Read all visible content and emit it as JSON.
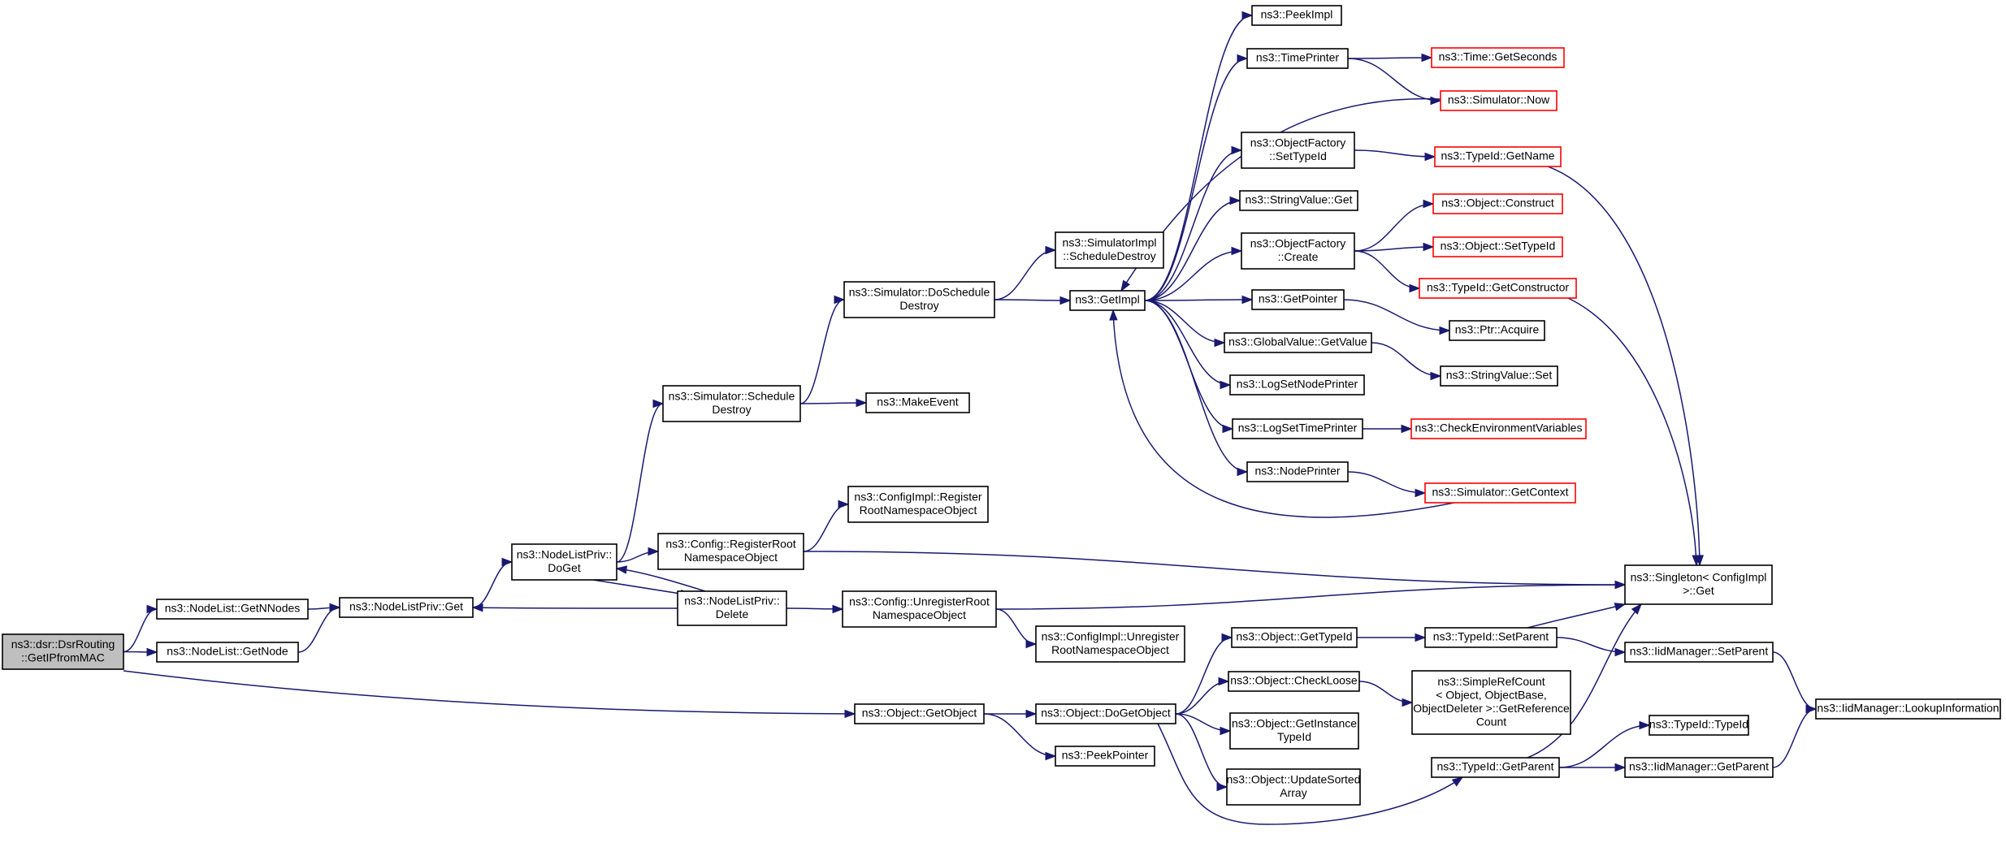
{
  "graph": {
    "edge_color": "#191970",
    "node_border": "#000000",
    "truncated_border": "#ff0000",
    "focus_fill": "#bfbfbf",
    "nodes": [
      {
        "id": "n0",
        "lines": [
          "ns3::dsr::DsrRouting",
          "::GetIPfromMAC"
        ],
        "style": "focus"
      },
      {
        "id": "n1",
        "lines": [
          "ns3::NodeList::GetNNodes"
        ],
        "style": "normal"
      },
      {
        "id": "n2",
        "lines": [
          "ns3::NodeList::GetNode"
        ],
        "style": "normal"
      },
      {
        "id": "n3",
        "lines": [
          "ns3::Object::GetObject"
        ],
        "style": "normal"
      },
      {
        "id": "n4",
        "lines": [
          "ns3::NodeListPriv::Get"
        ],
        "style": "normal"
      },
      {
        "id": "n5",
        "lines": [
          "ns3::NodeListPriv::",
          "DoGet"
        ],
        "style": "normal"
      },
      {
        "id": "n6",
        "lines": [
          "ns3::Simulator::Schedule",
          "Destroy"
        ],
        "style": "normal"
      },
      {
        "id": "n7",
        "lines": [
          "ns3::Config::RegisterRoot",
          "NamespaceObject"
        ],
        "style": "normal"
      },
      {
        "id": "n8",
        "lines": [
          "ns3::NodeListPriv::",
          "Delete"
        ],
        "style": "normal"
      },
      {
        "id": "n9",
        "lines": [
          "ns3::Simulator::DoSchedule",
          "Destroy"
        ],
        "style": "normal"
      },
      {
        "id": "n10",
        "lines": [
          "ns3::MakeEvent"
        ],
        "style": "normal"
      },
      {
        "id": "n11",
        "lines": [
          "ns3::ConfigImpl::Register",
          "RootNamespaceObject"
        ],
        "style": "normal"
      },
      {
        "id": "n12",
        "lines": [
          "ns3::Config::UnregisterRoot",
          "NamespaceObject"
        ],
        "style": "normal"
      },
      {
        "id": "n13",
        "lines": [
          "ns3::ConfigImpl::Unregister",
          "RootNamespaceObject"
        ],
        "style": "normal"
      },
      {
        "id": "n14",
        "lines": [
          "ns3::Object::DoGetObject"
        ],
        "style": "normal"
      },
      {
        "id": "n15",
        "lines": [
          "ns3::PeekPointer"
        ],
        "style": "normal"
      },
      {
        "id": "n16",
        "lines": [
          "ns3::SimulatorImpl",
          "::ScheduleDestroy"
        ],
        "style": "normal"
      },
      {
        "id": "n17",
        "lines": [
          "ns3::GetImpl"
        ],
        "style": "normal"
      },
      {
        "id": "n18",
        "lines": [
          "ns3::PeekImpl"
        ],
        "style": "normal"
      },
      {
        "id": "n19",
        "lines": [
          "ns3::TimePrinter"
        ],
        "style": "normal"
      },
      {
        "id": "n20",
        "lines": [
          "ns3::ObjectFactory",
          "::SetTypeId"
        ],
        "style": "normal"
      },
      {
        "id": "n21",
        "lines": [
          "ns3::StringValue::Get"
        ],
        "style": "normal"
      },
      {
        "id": "n22",
        "lines": [
          "ns3::ObjectFactory",
          "::Create"
        ],
        "style": "normal"
      },
      {
        "id": "n23",
        "lines": [
          "ns3::GetPointer"
        ],
        "style": "normal"
      },
      {
        "id": "n24",
        "lines": [
          "ns3::GlobalValue::GetValue"
        ],
        "style": "normal"
      },
      {
        "id": "n25",
        "lines": [
          "ns3::LogSetNodePrinter"
        ],
        "style": "normal"
      },
      {
        "id": "n26",
        "lines": [
          "ns3::LogSetTimePrinter"
        ],
        "style": "normal"
      },
      {
        "id": "n27",
        "lines": [
          "ns3::NodePrinter"
        ],
        "style": "normal"
      },
      {
        "id": "n28",
        "lines": [
          "ns3::Time::GetSeconds"
        ],
        "style": "truncated"
      },
      {
        "id": "n29",
        "lines": [
          "ns3::Simulator::Now"
        ],
        "style": "truncated"
      },
      {
        "id": "n30",
        "lines": [
          "ns3::TypeId::GetName"
        ],
        "style": "truncated"
      },
      {
        "id": "n31",
        "lines": [
          "ns3::Object::Construct"
        ],
        "style": "truncated"
      },
      {
        "id": "n32",
        "lines": [
          "ns3::Object::SetTypeId"
        ],
        "style": "truncated"
      },
      {
        "id": "n33",
        "lines": [
          "ns3::TypeId::GetConstructor"
        ],
        "style": "truncated"
      },
      {
        "id": "n34",
        "lines": [
          "ns3::Ptr::Acquire"
        ],
        "style": "normal"
      },
      {
        "id": "n35",
        "lines": [
          "ns3::StringValue::Set"
        ],
        "style": "normal"
      },
      {
        "id": "n36",
        "lines": [
          "ns3::CheckEnvironmentVariables"
        ],
        "style": "truncated"
      },
      {
        "id": "n37",
        "lines": [
          "ns3::Simulator::GetContext"
        ],
        "style": "truncated"
      },
      {
        "id": "n38",
        "lines": [
          "ns3::Singleton< ConfigImpl",
          ">::Get"
        ],
        "style": "normal"
      },
      {
        "id": "n39",
        "lines": [
          "ns3::Object::GetTypeId"
        ],
        "style": "normal"
      },
      {
        "id": "n40",
        "lines": [
          "ns3::Object::CheckLoose"
        ],
        "style": "normal"
      },
      {
        "id": "n41",
        "lines": [
          "ns3::Object::GetInstance",
          "TypeId"
        ],
        "style": "normal"
      },
      {
        "id": "n42",
        "lines": [
          "ns3::Object::UpdateSorted",
          "Array"
        ],
        "style": "normal"
      },
      {
        "id": "n43",
        "lines": [
          "ns3::TypeId::SetParent"
        ],
        "style": "normal"
      },
      {
        "id": "n44",
        "lines": [
          "ns3::SimpleRefCount",
          "< Object, ObjectBase,",
          "ObjectDeleter >::GetReference",
          "Count"
        ],
        "style": "normal"
      },
      {
        "id": "n45",
        "lines": [
          "ns3::TypeId::GetParent"
        ],
        "style": "normal"
      },
      {
        "id": "n46",
        "lines": [
          "ns3::IidManager::SetParent"
        ],
        "style": "normal"
      },
      {
        "id": "n47",
        "lines": [
          "ns3::TypeId::TypeId"
        ],
        "style": "normal"
      },
      {
        "id": "n48",
        "lines": [
          "ns3::IidManager::GetParent"
        ],
        "style": "normal"
      },
      {
        "id": "n49",
        "lines": [
          "ns3::IidManager::LookupInformation"
        ],
        "style": "normal"
      }
    ],
    "edges": [
      [
        "n0",
        "n1"
      ],
      [
        "n0",
        "n2"
      ],
      [
        "n0",
        "n3"
      ],
      [
        "n1",
        "n4"
      ],
      [
        "n2",
        "n4"
      ],
      [
        "n3",
        "n14"
      ],
      [
        "n3",
        "n15"
      ],
      [
        "n4",
        "n5"
      ],
      [
        "n5",
        "n6"
      ],
      [
        "n5",
        "n7"
      ],
      [
        "n5",
        "n8"
      ],
      [
        "n8",
        "n4"
      ],
      [
        "n8",
        "n5"
      ],
      [
        "n8",
        "n12"
      ],
      [
        "n6",
        "n9"
      ],
      [
        "n6",
        "n10"
      ],
      [
        "n9",
        "n16"
      ],
      [
        "n9",
        "n17"
      ],
      [
        "n7",
        "n11"
      ],
      [
        "n7",
        "n38"
      ],
      [
        "n12",
        "n13"
      ],
      [
        "n12",
        "n38"
      ],
      [
        "n14",
        "n39"
      ],
      [
        "n14",
        "n40"
      ],
      [
        "n14",
        "n41"
      ],
      [
        "n14",
        "n42"
      ],
      [
        "n14",
        "n45"
      ],
      [
        "n17",
        "n18"
      ],
      [
        "n17",
        "n19"
      ],
      [
        "n17",
        "n20"
      ],
      [
        "n17",
        "n21"
      ],
      [
        "n17",
        "n22"
      ],
      [
        "n17",
        "n23"
      ],
      [
        "n17",
        "n24"
      ],
      [
        "n17",
        "n25"
      ],
      [
        "n17",
        "n26"
      ],
      [
        "n17",
        "n27"
      ],
      [
        "n29",
        "n17"
      ],
      [
        "n37",
        "n17"
      ],
      [
        "n19",
        "n28"
      ],
      [
        "n19",
        "n29"
      ],
      [
        "n20",
        "n30"
      ],
      [
        "n22",
        "n31"
      ],
      [
        "n22",
        "n32"
      ],
      [
        "n22",
        "n33"
      ],
      [
        "n23",
        "n34"
      ],
      [
        "n24",
        "n35"
      ],
      [
        "n26",
        "n36"
      ],
      [
        "n27",
        "n37"
      ],
      [
        "n30",
        "n38"
      ],
      [
        "n33",
        "n38"
      ],
      [
        "n39",
        "n43"
      ],
      [
        "n40",
        "n44"
      ],
      [
        "n43",
        "n38"
      ],
      [
        "n43",
        "n46"
      ],
      [
        "n45",
        "n38"
      ],
      [
        "n45",
        "n47"
      ],
      [
        "n45",
        "n48"
      ],
      [
        "n46",
        "n49"
      ],
      [
        "n48",
        "n49"
      ]
    ]
  }
}
